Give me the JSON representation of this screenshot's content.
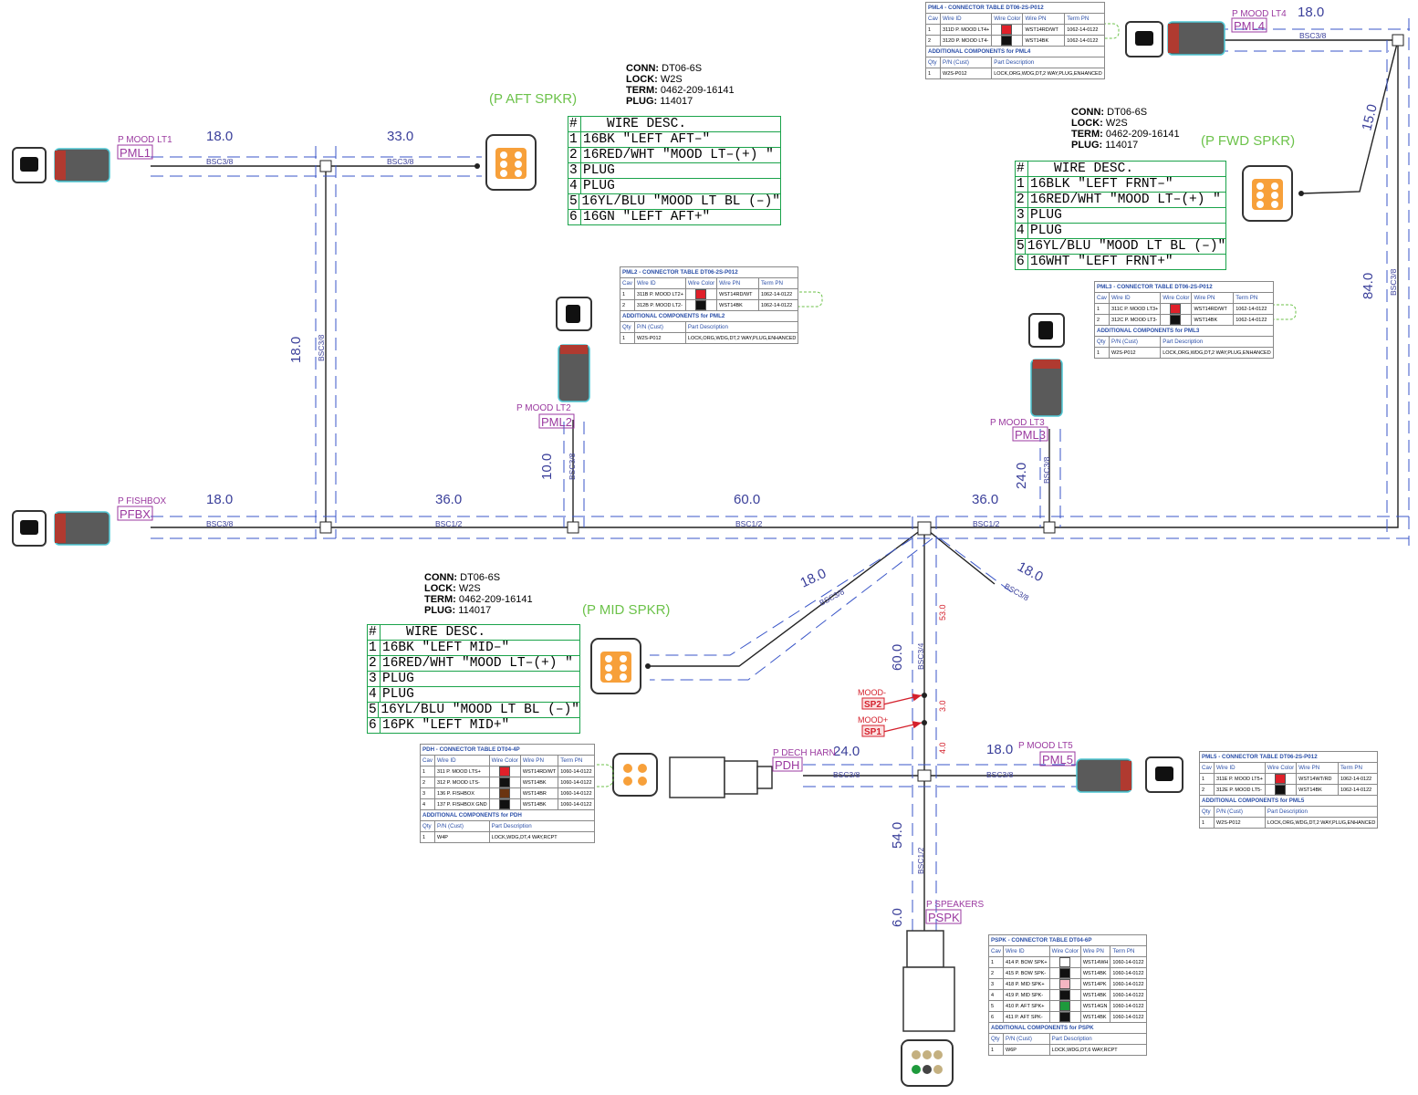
{
  "colors": {
    "wire": "#2f4fc4",
    "dims": "#3a3f9a",
    "label": "#9b3aa0",
    "green": "#6cc24a",
    "table_green": "#1aa34a",
    "splice_red": "#d4202c"
  },
  "dims": {
    "pml1_a": "18.0",
    "pml1_b": "33.0",
    "vert_left": "18.0",
    "fish_a": "18.0",
    "fish_b": "36.0",
    "pml2_v": "10.0",
    "main_c": "60.0",
    "fwd_a": "36.0",
    "pml3_v": "24.0",
    "pml4_a": "18.0",
    "pml4_v": "15.0",
    "right_v": "84.0",
    "diag_l": "18.0",
    "diag_r": "18.0",
    "down_a": "60.0",
    "down_53": "53.0",
    "sp2": "3.0",
    "sp1": "4.0",
    "pdh": "24.0",
    "pml5": "18.0",
    "down_b": "54.0",
    "pspk": "6.0"
  },
  "bundles": {
    "b1": "BSC3/8",
    "b2": "BSC3/8",
    "b3": "BSC3/8",
    "b4": "BSC3/8",
    "b5": "BSC1/2",
    "b6": "BSC1/2",
    "b7": "BSC1/2",
    "b8": "BSC3/8",
    "b9": "BSC3/8",
    "b10": "BSC3/8",
    "b11": "BSC3/8",
    "b12": "BSC3/8",
    "b13": "BSC3/8",
    "b14": "BSC3/8",
    "b15": "BSC3/4",
    "b16": "BSC3/8",
    "b17": "BSC3/8",
    "b18": "BSC1/2"
  },
  "connectors": {
    "pml1": {
      "label": "P MOOD LT1",
      "id": "PML1"
    },
    "pfbx": {
      "label": "P FISHBOX",
      "id": "PFBX"
    },
    "pml2": {
      "label": "P MOOD LT2",
      "id": "PML2"
    },
    "pml3": {
      "label": "P MOOD LT3",
      "id": "PML3"
    },
    "pml4": {
      "label": "P MOOD LT4",
      "id": "PML4"
    },
    "pml5": {
      "label": "P MOOD LT5",
      "id": "PML5"
    },
    "pdh": {
      "label": "P DECH HARN",
      "id": "PDH"
    },
    "pspk": {
      "label": "P SPEAKERS",
      "id": "PSPK"
    }
  },
  "splices": {
    "sp2": {
      "label": "MOOD-",
      "id": "SP2"
    },
    "sp1": {
      "label": "MOOD+",
      "id": "SP1"
    }
  },
  "speakers": {
    "aft": {
      "title": "(P AFT SPKR)",
      "conn_k": "CONN:",
      "conn": "DT06-6S",
      "lock_k": "LOCK:",
      "lock": "W2S",
      "term_k": "TERM:",
      "term": "0462-209-16141",
      "plug_k": "PLUG:",
      "plug": "114017",
      "rows": [
        [
          "#",
          "WIRE  DESC."
        ],
        [
          "1",
          "  16BK  \"LEFT  AFT–\""
        ],
        [
          "2",
          "16RED/WHT  \"MOOD  LT–(+)  \""
        ],
        [
          "3",
          "PLUG"
        ],
        [
          "4",
          "PLUG"
        ],
        [
          "5",
          "16YL/BLU  \"MOOD  LT  BL  (–)\""
        ],
        [
          "6",
          "    16GN  \"LEFT  AFT+\""
        ]
      ]
    },
    "fwd": {
      "title": "(P FWD SPKR)",
      "conn_k": "CONN:",
      "conn": "DT06-6S",
      "lock_k": "LOCK:",
      "lock": "W2S",
      "term_k": "TERM:",
      "term": "0462-209-16141",
      "plug_k": "PLUG:",
      "plug": "114017",
      "rows": [
        [
          "#",
          "WIRE  DESC."
        ],
        [
          "1",
          "16BLK  \"LEFT  FRNT–\""
        ],
        [
          "2",
          "16RED/WHT  \"MOOD  LT–(+)  \""
        ],
        [
          "3",
          "PLUG"
        ],
        [
          "4",
          "PLUG"
        ],
        [
          "5",
          "16YL/BLU  \"MOOD  LT  BL  (–)\""
        ],
        [
          "6",
          "16WHT  \"LEFT  FRNT+\""
        ]
      ]
    },
    "mid": {
      "title": "(P MID SPKR)",
      "conn_k": "CONN:",
      "conn": "DT06-6S",
      "lock_k": "LOCK:",
      "lock": "W2S",
      "term_k": "TERM:",
      "term": "0462-209-16141",
      "plug_k": "PLUG:",
      "plug": "114017",
      "rows": [
        [
          "#",
          "WIRE  DESC."
        ],
        [
          "1",
          "  16BK  \"LEFT  MID–\""
        ],
        [
          "2",
          "16RED/WHT  \"MOOD  LT–(+)  \""
        ],
        [
          "3",
          "PLUG"
        ],
        [
          "4",
          "PLUG"
        ],
        [
          "5",
          "16YL/BLU  \"MOOD  LT  BL  (–)\""
        ],
        [
          "6",
          "    16PK  \"LEFT  MID+\""
        ]
      ]
    }
  },
  "tables": {
    "pml4": {
      "title": "PML4 - CONNECTOR TABLE DT06-2S-P012",
      "add": "ADDITIONAL COMPONENTS for PML4",
      "rows": [
        [
          "1",
          "311D P. MOOD LT4+",
          "#e0202a",
          "WST14RD/WT",
          "1062-14-0122"
        ],
        [
          "2",
          "312D P. MOOD LT4-",
          "#111111",
          "WST14BK",
          "1062-14-0122"
        ]
      ],
      "comp": [
        "1",
        "W2S-P012",
        "LOCK,ORG,WDG,DT,2 WAY,PLUG,ENHANCED"
      ]
    },
    "pml2": {
      "title": "PML2 - CONNECTOR TABLE DT06-2S-P012",
      "add": "ADDITIONAL COMPONENTS for PML2",
      "rows": [
        [
          "1",
          "311B P. MOOD LT2+",
          "#e0202a",
          "WST14RD/WT",
          "1062-14-0122"
        ],
        [
          "2",
          "312B P. MOOD LT2-",
          "#111111",
          "WST14BK",
          "1062-14-0122"
        ]
      ],
      "comp": [
        "1",
        "W2S-P012",
        "LOCK,ORG,WDG,DT,2 WAY,PLUG,ENHANCED"
      ]
    },
    "pml3": {
      "title": "PML3 - CONNECTOR TABLE DT06-2S-P012",
      "add": "ADDITIONAL COMPONENTS for PML3",
      "rows": [
        [
          "1",
          "311C P. MOOD LT3+",
          "#e0202a",
          "WST14RD/WT",
          "1062-14-0122"
        ],
        [
          "2",
          "312C P. MOOD LT3-",
          "#111111",
          "WST14BK",
          "1062-14-0122"
        ]
      ],
      "comp": [
        "1",
        "W2S-P012",
        "LOCK,ORG,WDG,DT,2 WAY,PLUG,ENHANCED"
      ]
    },
    "pml5": {
      "title": "PML5 - CONNECTOR TABLE DT06-2S-P012",
      "add": "ADDITIONAL COMPONENTS for PML5",
      "rows": [
        [
          "1",
          "311E P. MOOD LT5+",
          "#e0202a",
          "WST14WT/RD",
          "1062-14-0122"
        ],
        [
          "2",
          "312E P. MOOD LT5-",
          "#111111",
          "WST14BK",
          "1062-14-0122"
        ]
      ],
      "comp": [
        "1",
        "W2S-P012",
        "LOCK,ORG,WDG,DT,2 WAY,PLUG,ENHANCED"
      ]
    },
    "pdh": {
      "title": "PDH - CONNECTOR TABLE DT04-4P",
      "add": "ADDITIONAL COMPONENTS for PDH",
      "rows": [
        [
          "1",
          "311 P. MOOD LTS+",
          "#e0202a",
          "WST14RD/WT",
          "1060-14-0122"
        ],
        [
          "2",
          "312 P. MOOD LTS-",
          "#111111",
          "WST14BK",
          "1060-14-0122"
        ],
        [
          "3",
          "136 P. FISHBOX",
          "#6b3410",
          "WST14BR",
          "1060-14-0122"
        ],
        [
          "4",
          "137 P. FISHBOX GND",
          "#111111",
          "WST14BK",
          "1060-14-0122"
        ]
      ],
      "comp": [
        "1",
        "W4P",
        "LOCK,WDG,DT,4 WAY,RCPT"
      ]
    },
    "pspk": {
      "title": "PSPK - CONNECTOR TABLE DT04-6P",
      "add": "ADDITIONAL COMPONENTS for PSPK",
      "rows": [
        [
          "1",
          "414 P. BOW SPK+",
          "#ffffff",
          "WST14WH",
          "1060-14-0122"
        ],
        [
          "2",
          "415 P. BOW SPK-",
          "#111111",
          "WST14BK",
          "1060-14-0122"
        ],
        [
          "3",
          "418 P. MID SPK+",
          "#f4b6c2",
          "WST14PK",
          "1060-14-0122"
        ],
        [
          "4",
          "419 P. MID SPK-",
          "#111111",
          "WST14BK",
          "1060-14-0122"
        ],
        [
          "5",
          "410 P. AFT SPK+",
          "#1e9a3c",
          "WST14GN",
          "1060-14-0122"
        ],
        [
          "6",
          "411 P. AFT SPK-",
          "#111111",
          "WST14BK",
          "1060-14-0122"
        ]
      ],
      "comp": [
        "1",
        "W6P",
        "LOCK,WDG,DT,6 WAY,RCPT"
      ]
    }
  },
  "table_headers": {
    "cav": "Cav",
    "wire_id": "Wire ID",
    "wire_color": "Wire Color",
    "wire_pn": "Wire PN",
    "term_pn": "Term PN",
    "qty": "Qty",
    "pn_cust": "P/N (Cust)",
    "part_desc": "Part Description"
  }
}
